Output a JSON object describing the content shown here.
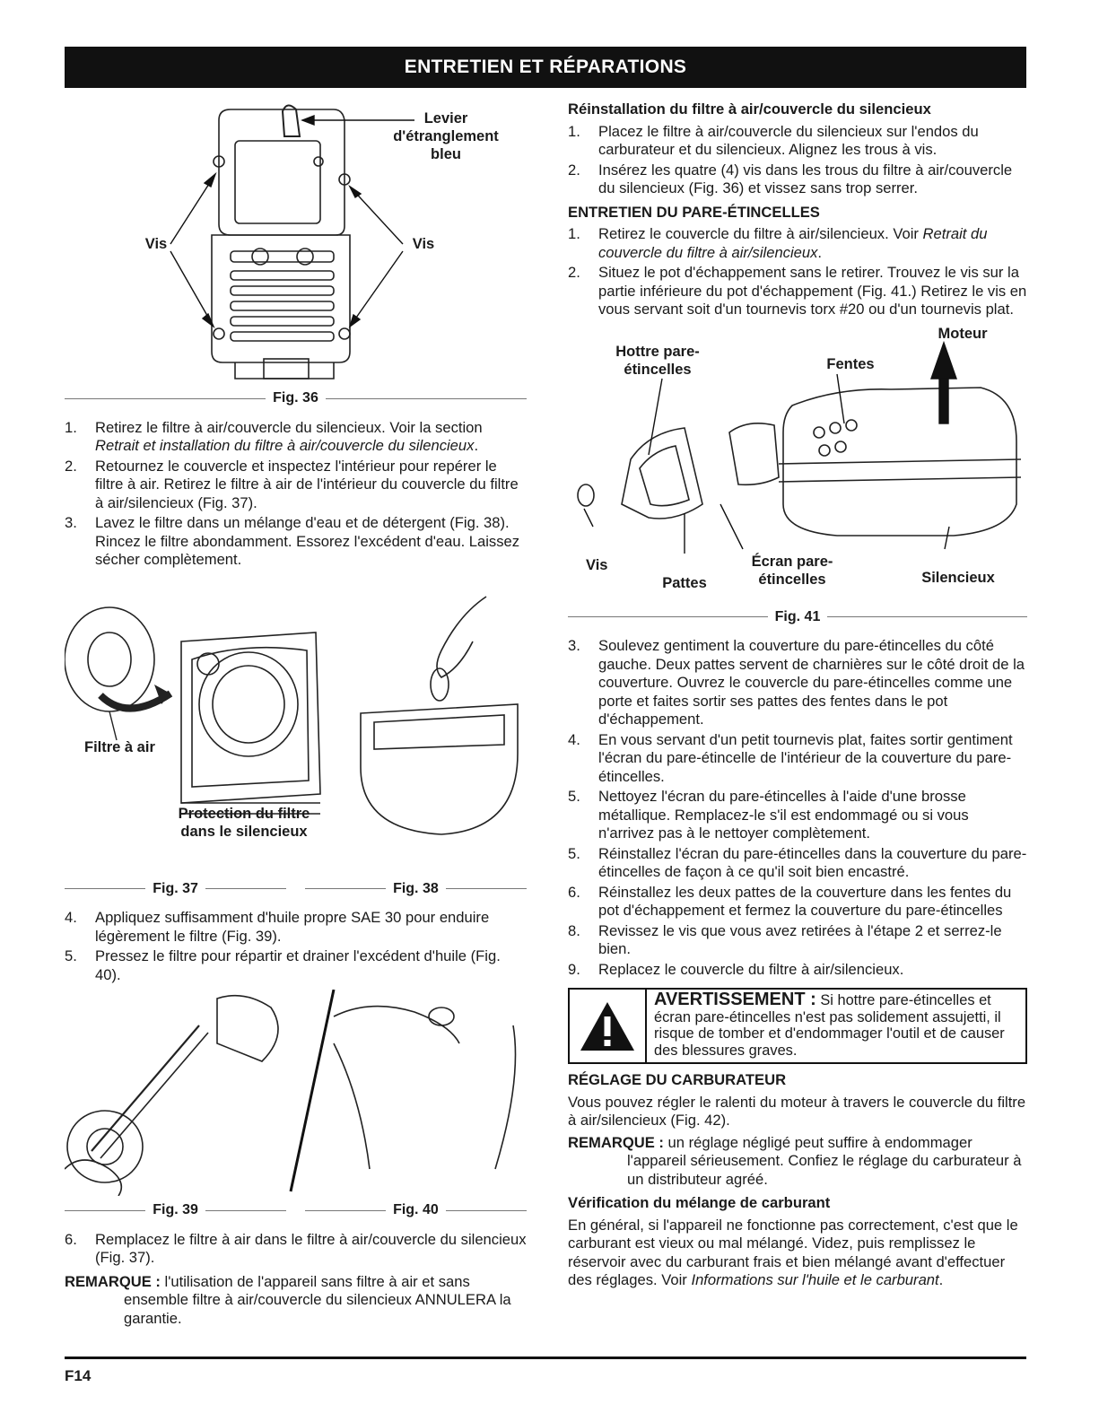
{
  "header": {
    "title": "ENTRETIEN ET RÉPARATIONS"
  },
  "fig36": {
    "caption": "Fig. 36",
    "label_lever": "Levier\nd'étranglement\nbleu",
    "label_vis_left": "Vis",
    "label_vis_right": "Vis"
  },
  "left_steps_1": [
    {
      "n": "1.",
      "text": "Retirez le filtre à air/couvercle du silencieux. Voir la section ",
      "em": "Retrait et installation du filtre à air/couvercle du silencieux",
      "tail": "."
    },
    {
      "n": "2.",
      "text": "Retournez le couvercle et inspectez l'intérieur pour repérer le filtre à air. Retirez le filtre à air de l'intérieur du couvercle du filtre à air/silencieux (Fig. 37)."
    },
    {
      "n": "3.",
      "text": "Lavez le filtre dans un mélange d'eau et de détergent (Fig. 38). Rincez le filtre abondamment. Essorez l'excédent d'eau. Laissez sécher complètement."
    }
  ],
  "fig37": {
    "caption": "Fig. 37",
    "label_filtre": "Filtre à air",
    "label_protection": "Protection du filtre\ndans le silencieux"
  },
  "fig38": {
    "caption": "Fig. 38"
  },
  "left_steps_2": [
    {
      "n": "4.",
      "text": "Appliquez suffisamment d'huile propre SAE 30 pour enduire légèrement le filtre (Fig. 39)."
    },
    {
      "n": "5.",
      "text": "Pressez le filtre pour répartir et drainer l'excédent d'huile (Fig. 40)."
    }
  ],
  "fig39": {
    "caption": "Fig. 39"
  },
  "fig40": {
    "caption": "Fig. 40"
  },
  "left_steps_3": [
    {
      "n": "6.",
      "text": "Remplacez le filtre à air dans le filtre à air/couvercle du silencieux (Fig. 37)."
    }
  ],
  "left_note": {
    "key": "REMARQUE :",
    "text": " l'utilisation de l'appareil sans filtre à air et sans",
    "cont": "ensemble filtre à air/couvercle du silencieux ANNULERA la garantie."
  },
  "right_sec1": {
    "title": "Réinstallation du filtre à air/couvercle du silencieux",
    "steps": [
      {
        "n": "1.",
        "text": "Placez le filtre à air/couvercle du silencieux sur l'endos du carburateur et du silencieux. Alignez les trous à vis."
      },
      {
        "n": "2.",
        "text": "Insérez les quatre (4) vis dans les trous du filtre à air/couvercle du silencieux (Fig. 36) et vissez sans trop serrer."
      }
    ]
  },
  "right_sec2": {
    "title": "ENTRETIEN DU PARE-ÉTINCELLES",
    "steps": [
      {
        "n": "1.",
        "text": "Retirez le couvercle du filtre à air/silencieux. Voir ",
        "em": "Retrait du couvercle du filtre à air/silencieux",
        "tail": "."
      },
      {
        "n": "2.",
        "text": "Situez le pot d'échappement sans le retirer. Trouvez le vis sur la partie inférieure du pot d'échappement (Fig. 41.) Retirez le vis en vous servant soit d'un tournevis torx #20 ou d'un tournevis plat."
      }
    ]
  },
  "fig41": {
    "caption": "Fig. 41",
    "label_moteur": "Moteur",
    "label_hotte": "Hottre pare-\nétincelles",
    "label_fentes": "Fentes",
    "label_vis": "Vis",
    "label_ecran": "Écran pare-\nétincelles",
    "label_pattes": "Pattes",
    "label_silencieux": "Silencieux"
  },
  "right_steps_3": [
    {
      "n": "3.",
      "text": "Soulevez gentiment la couverture du pare-étincelles du côté gauche. Deux pattes servent de charnières sur le côté droit de la couverture. Ouvrez le couvercle du pare-étincelles comme une porte et faites sortir ses pattes des fentes dans le pot d'échappement."
    },
    {
      "n": "4.",
      "text": "En vous servant d'un petit tournevis plat, faites sortir gentiment l'écran du pare-étincelle de l'intérieur de la couverture du pare-étincelles."
    },
    {
      "n": "5.",
      "text": "Nettoyez l'écran du pare-étincelles à l'aide d'une brosse métallique. Remplacez-le s'il est endommagé ou si vous n'arrivez pas à le nettoyer complètement."
    },
    {
      "n": "5.",
      "text": "Réinstallez l'écran du pare-étincelles dans la couverture du pare-étincelles de façon à ce qu'il soit bien encastré."
    },
    {
      "n": "6.",
      "text": "Réinstallez les deux pattes de la couverture dans les fentes du pot d'échappement et fermez la couverture du pare-étincelles"
    },
    {
      "n": "8.",
      "text": "Revissez le vis que vous avez retirées à l'étape 2 et serrez-le bien."
    },
    {
      "n": "9.",
      "text": "Replacez le couvercle du filtre à air/silencieux."
    }
  ],
  "warning": {
    "head": "AVERTISSEMENT :",
    "text": " Si hottre pare-étincelles et écran pare-étincelles n'est pas solidement assujetti, il risque de tomber et d'endommager l'outil et de causer des blessures graves."
  },
  "right_sec4": {
    "title": "RÉGLAGE DU CARBURATEUR",
    "para": "Vous pouvez régler le ralenti du moteur à travers le couvercle du filtre à air/silencieux (Fig. 42).",
    "note_key": "REMARQUE :",
    "note_text": " un réglage négligé peut suffire à endommager",
    "note_cont": "l'appareil sérieusement. Confiez le réglage du carburateur à un distributeur agréé."
  },
  "right_sec5": {
    "title": "Vérification du mélange de carburant",
    "para": "En général, si l'appareil ne fonctionne pas correctement, c'est que le carburant est vieux ou mal mélangé. Videz, puis remplissez le réservoir avec du carburant frais et bien mélangé avant d'effectuer des réglages. Voir ",
    "em": "Informations sur l'huile et le carburant",
    "tail": "."
  },
  "footer": {
    "page": "F14"
  }
}
